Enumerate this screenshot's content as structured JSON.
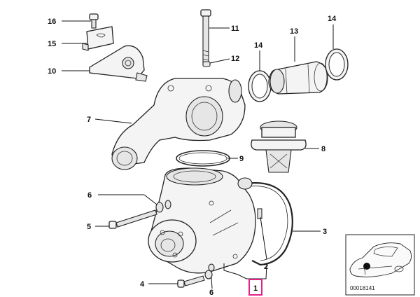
{
  "diagram": {
    "callouts": [
      {
        "id": "16",
        "label": "16"
      },
      {
        "id": "15",
        "label": "15"
      },
      {
        "id": "10",
        "label": "10"
      },
      {
        "id": "11",
        "label": "11"
      },
      {
        "id": "12",
        "label": "12"
      },
      {
        "id": "13",
        "label": "13"
      },
      {
        "id": "14a",
        "label": "14"
      },
      {
        "id": "14b",
        "label": "14"
      },
      {
        "id": "7",
        "label": "7"
      },
      {
        "id": "9",
        "label": "9"
      },
      {
        "id": "8",
        "label": "8"
      },
      {
        "id": "6a",
        "label": "6"
      },
      {
        "id": "5",
        "label": "5"
      },
      {
        "id": "3",
        "label": "3"
      },
      {
        "id": "2",
        "label": "2"
      },
      {
        "id": "4",
        "label": "4"
      },
      {
        "id": "6b",
        "label": "6"
      },
      {
        "id": "1",
        "label": "1"
      }
    ],
    "highlight_color": "#e0218a",
    "inset": {
      "code": "00018141"
    }
  }
}
